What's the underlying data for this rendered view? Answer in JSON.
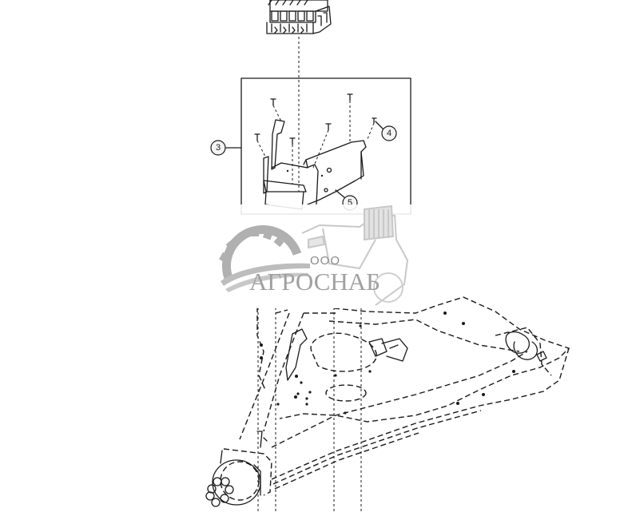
{
  "diagram": {
    "type": "exploded-parts-assembly",
    "components": [
      {
        "id": "valve-block",
        "description": "hydraulic control valve block (top)"
      },
      {
        "id": "mounting-bracket-assembly",
        "description": "bracket / tray assembly inside detail box"
      },
      {
        "id": "front-axle-frame",
        "description": "axle support frame (dashed outline)"
      },
      {
        "id": "wheel-hub",
        "description": "hub with wheel studs (lower left)"
      }
    ],
    "callouts": [
      {
        "number": "3",
        "label": "3"
      },
      {
        "number": "4",
        "label": "4"
      },
      {
        "number": "5",
        "label": "5"
      }
    ]
  },
  "watermark": {
    "prefix": "ООО",
    "name": "АГРОСНАБ",
    "color": "#a0a0a0"
  },
  "colors": {
    "line": "#1a1a1a",
    "background": "#ffffff",
    "watermark": "#b5b5b5"
  }
}
